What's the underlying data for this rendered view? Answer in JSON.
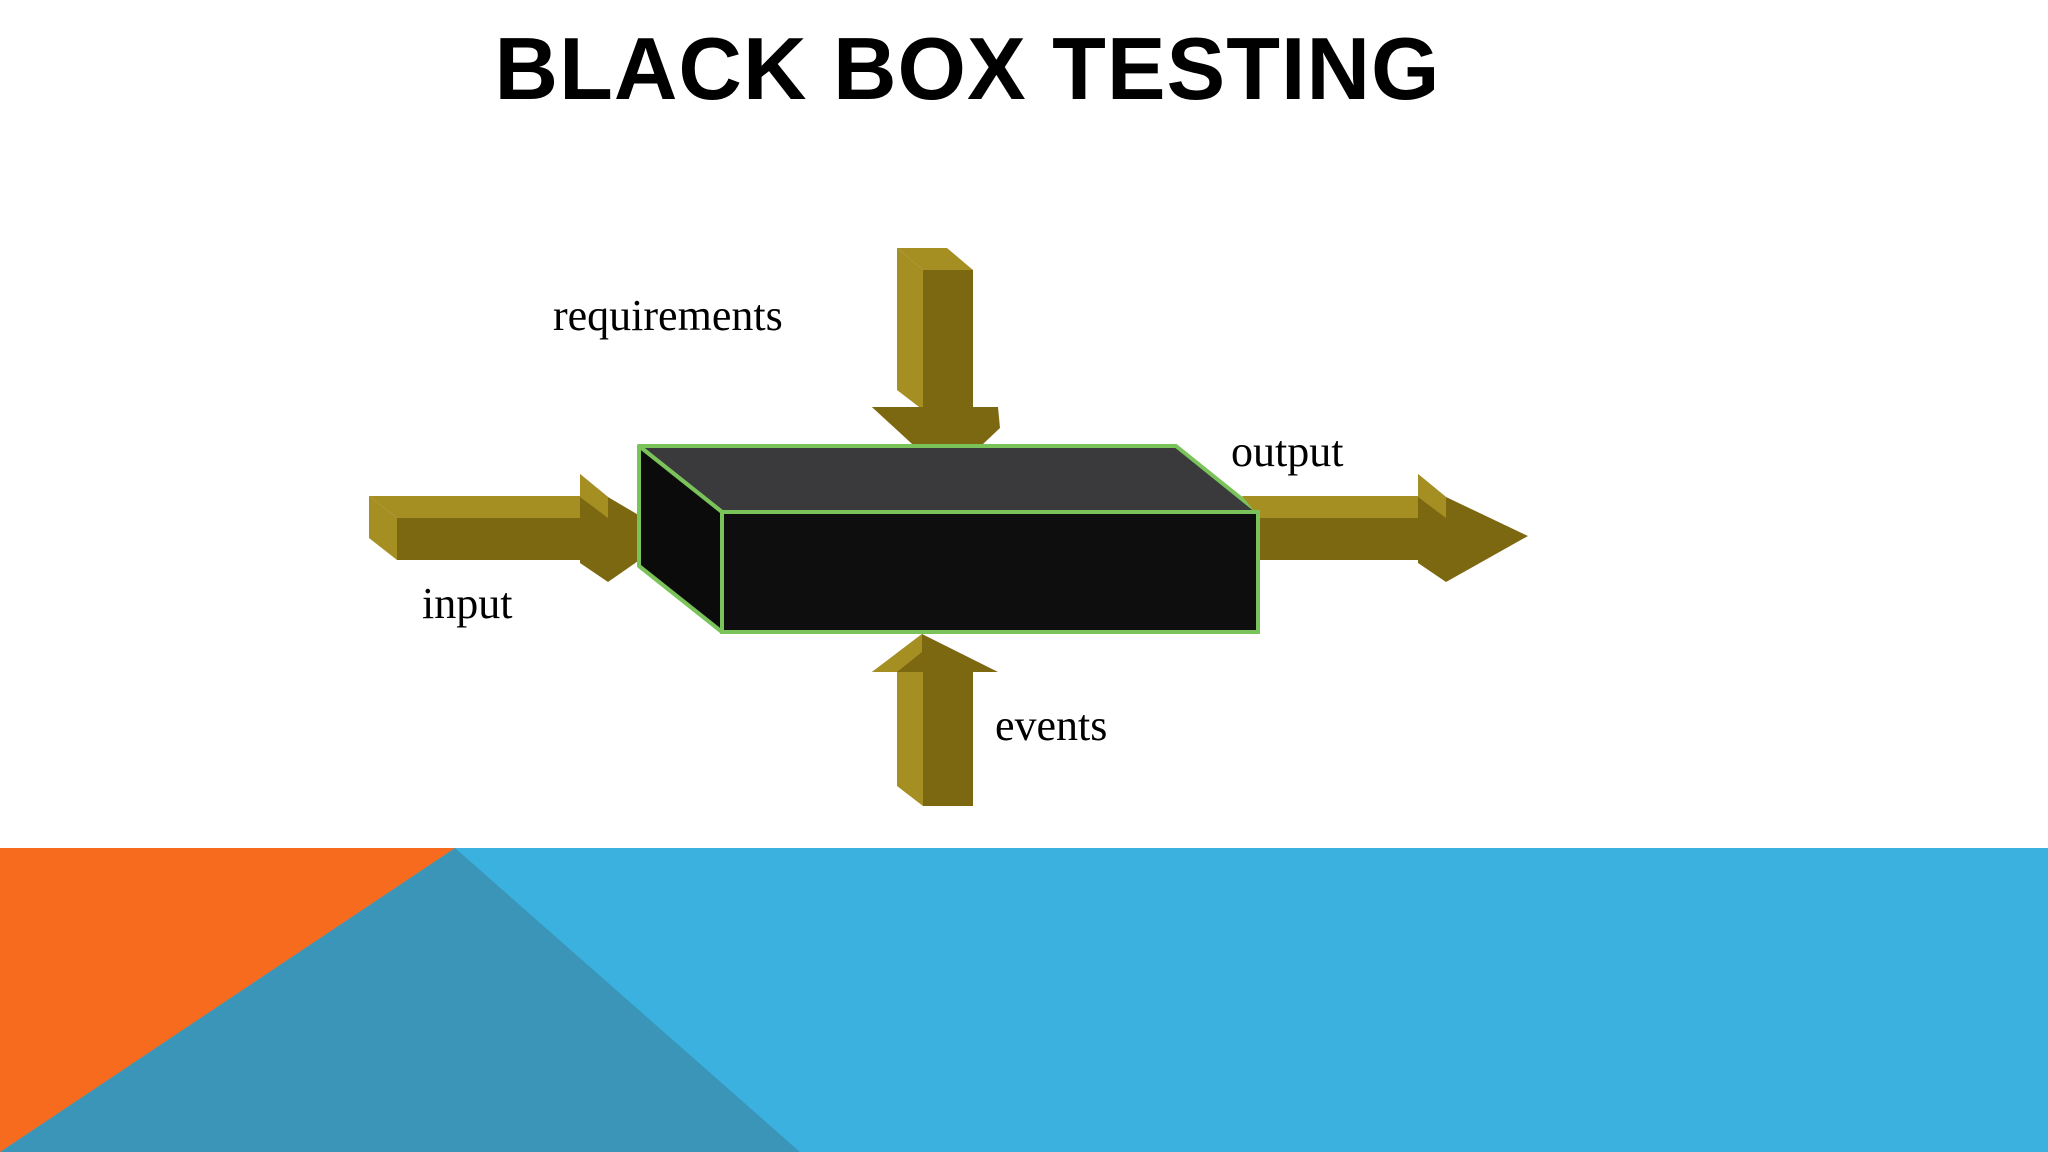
{
  "slide": {
    "title": "BLACK BOX TESTING"
  },
  "diagram": {
    "labels": {
      "requirements": "requirements",
      "input": "input",
      "output": "output",
      "events": "events"
    }
  },
  "colors": {
    "arrow_front": "#7d6812",
    "arrow_side": "#a58e22",
    "arrow_dark": "#5e4e0c",
    "box_top": "#3a3a3c",
    "box_front": "#0e0e0e",
    "box_outline": "#7ac35a",
    "footer_blue": "#3bb1e0",
    "footer_teal": "#3b95b8",
    "footer_orange": "#f76b1e"
  }
}
